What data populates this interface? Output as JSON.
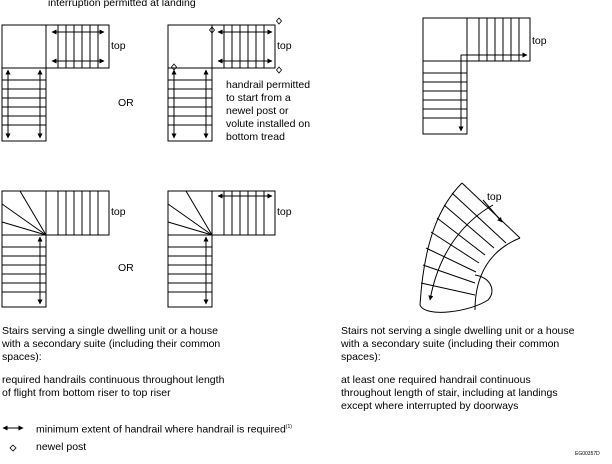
{
  "diagram": {
    "top_caption": "interruption permitted at landing",
    "top_label": "top",
    "or_label": "OR",
    "note_lines": [
      "handrail permitted",
      "to start from a",
      "newel post or",
      "volute installed on",
      "bottom tread"
    ],
    "left_caption_title": [
      "Stairs serving a single dwelling unit or a house",
      "with a secondary suite (including their common",
      "spaces):"
    ],
    "left_caption_body": [
      "required handrails continuous throughout length",
      "of flight from bottom riser to top riser"
    ],
    "right_caption_title": [
      "Stairs not serving a single dwelling unit or a house",
      "with a secondary suite (including their common",
      "spaces):"
    ],
    "right_caption_body": [
      "at least one required handrail continuous",
      "throughout length of stair, including at landings",
      "except where interrupted by doorways"
    ],
    "legend_handrail": "minimum extent of handrail where handrail is required",
    "legend_handrail_sup": "(1)",
    "legend_newel": "newel post",
    "figure_code": "EG00357D"
  }
}
